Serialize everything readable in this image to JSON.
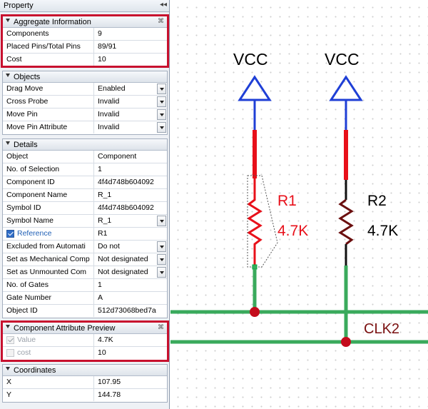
{
  "panel": {
    "title": "Property",
    "pin_glyph": "◂◂",
    "sections": {
      "aggregate": {
        "title": "Aggregate Information",
        "rows": [
          {
            "key": "Components",
            "value": "9"
          },
          {
            "key": "Placed Pins/Total Pins",
            "value": "89/91"
          },
          {
            "key": "Cost",
            "value": "10"
          }
        ]
      },
      "objects": {
        "title": "Objects",
        "rows": [
          {
            "key": "Drag Move",
            "value": "Enabled"
          },
          {
            "key": "Cross Probe",
            "value": "Invalid"
          },
          {
            "key": "Move Pin",
            "value": "Invalid"
          },
          {
            "key": "Move Pin Attribute",
            "value": "Invalid"
          }
        ]
      },
      "details": {
        "title": "Details",
        "rows": [
          {
            "key": "Object",
            "value": "Component"
          },
          {
            "key": "No. of Selection",
            "value": "1"
          },
          {
            "key": "Component ID",
            "value": "4f4d748b604092"
          },
          {
            "key": "Component Name",
            "value": "R_1"
          },
          {
            "key": "Symbol ID",
            "value": "4f4d748b604092"
          },
          {
            "key": "Symbol Name",
            "value": "R_1"
          },
          {
            "key": "Reference",
            "value": "R1"
          },
          {
            "key": "Excluded from Automati",
            "value": "Do not"
          },
          {
            "key": "Set as Mechanical Comp",
            "value": "Not designated"
          },
          {
            "key": "Set as Unmounted Com",
            "value": "Not designated"
          },
          {
            "key": "No. of Gates",
            "value": "1"
          },
          {
            "key": "Gate Number",
            "value": "A"
          },
          {
            "key": "Object ID",
            "value": "512d73068bed7a"
          }
        ]
      },
      "attr_preview": {
        "title": "Component Attribute Preview",
        "rows": [
          {
            "key": "Value",
            "value": "4.7K",
            "checked": true
          },
          {
            "key": "cost",
            "value": "10",
            "checked": false
          }
        ]
      },
      "coordinates": {
        "title": "Coordinates",
        "rows": [
          {
            "key": "X",
            "value": "107.95"
          },
          {
            "key": "Y",
            "value": "144.78"
          }
        ]
      }
    }
  },
  "schematic": {
    "vcc1": "VCC",
    "vcc2": "VCC",
    "r1_ref": "R1",
    "r1_value": "4.7K",
    "r2_ref": "R2",
    "r2_value": "4.7K",
    "net_label": "CLK2",
    "colors": {
      "power_arrow": "#1f3fd6",
      "pin_red": "#e8101a",
      "wire_green": "#3aaa5c",
      "junction": "#c40c1c",
      "r1_text": "#e8101a",
      "r2_text": "#000000",
      "r2_body": "#6b0f0f"
    }
  }
}
